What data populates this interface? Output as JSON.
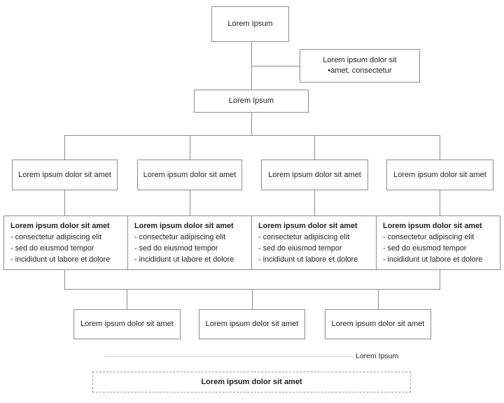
{
  "colors": {
    "border": "#8c8c8c",
    "connector": "#8c8c8c",
    "text": "#1f1f1f",
    "background": "#ffffff"
  },
  "diagram": {
    "root": {
      "label": "Lorem Ipsum"
    },
    "note": {
      "line1": "Lorem ipsum dolor sit",
      "line2": "•amet, consectetur"
    },
    "level2": {
      "label": "Lorem Ipsum"
    },
    "row2": [
      {
        "label": "Lorem ipsum dolor sit amet"
      },
      {
        "label": "Lorem ipsum dolor sit amet"
      },
      {
        "label": "Lorem ipsum dolor sit amet"
      },
      {
        "label": "Lorem ipsum dolor sit amet"
      }
    ],
    "row3": [
      {
        "title": "Lorem ipsum dolor sit amet",
        "items": [
          "- consectetur adipiscing elit",
          "- sed do eiusmod tempor",
          "- incididunt ut labore et dolore"
        ]
      },
      {
        "title": "Lorem ipsum dolor sit amet",
        "items": [
          "- consectetur adipiscing elit",
          "- sed do eiusmod tempor",
          "- incididunt ut labore et dolore"
        ]
      },
      {
        "title": "Lorem ipsum dolor sit amet",
        "items": [
          "- consectetur adipiscing elit",
          "- sed do eiusmod tempor",
          "- incididunt ut labore et dolore"
        ]
      },
      {
        "title": "Lorem ipsum dolor sit amet",
        "items": [
          "- consectetur adipiscing elit",
          "- sed do eiusmod tempor",
          "- incididunt ut labore et dolore"
        ]
      }
    ],
    "row4": [
      {
        "label": "Lorem ipsum dolor sit amet"
      },
      {
        "label": "Lorem ipsum dolor sit amet"
      },
      {
        "label": "Lorem ipsum dolor sit amet"
      }
    ],
    "dotted_label": "Lorem Ipsum",
    "dashed": {
      "label": "Lorem ipsum dolor sit amet"
    }
  }
}
